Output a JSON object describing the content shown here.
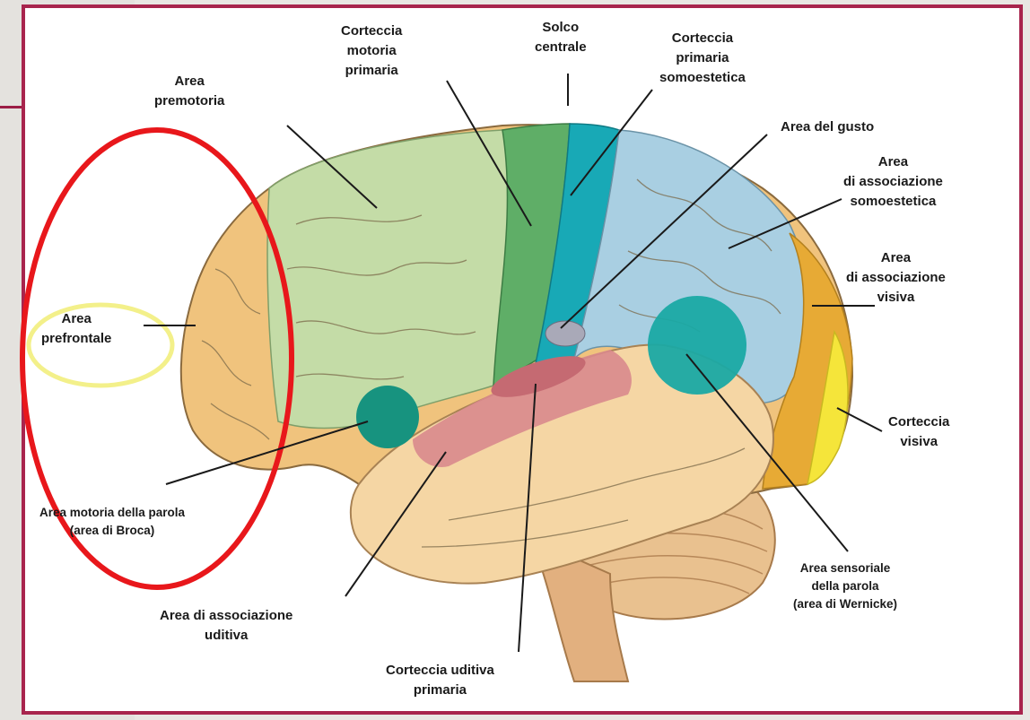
{
  "colors": {
    "frame": "#a8254d",
    "prefrontal": "#f0c37d",
    "premotor": "#c4dca7",
    "primary_motor": "#5fae67",
    "central_sulcus": "#18a9b6",
    "somatosensory": "#a9cfe2",
    "visual_association": "#e7aa35",
    "visual_cortex": "#f5e53a",
    "temporal": "#f5d6a4",
    "auditory": "#d98a8d",
    "broca": "#17937f",
    "wernicke": "#1aa9a4",
    "highlight_circle": "#e8171b",
    "highlight_glow": "#f3f08a"
  },
  "labels": {
    "corteccia_motoria": [
      "Corteccia",
      "motoria",
      "primaria"
    ],
    "solco_centrale": [
      "Solco",
      "centrale"
    ],
    "corteccia_somoestetica": [
      "Corteccia",
      "primaria",
      "somoestetica"
    ],
    "area_premotoria": [
      "Area",
      "premotoria"
    ],
    "area_gusto": [
      "Area del gusto"
    ],
    "assoc_somoestetica": [
      "Area",
      "di associazione",
      "somoestetica"
    ],
    "assoc_visiva": [
      "Area",
      "di associazione",
      "visiva"
    ],
    "area_prefrontale": [
      "Area",
      "prefrontale"
    ],
    "corteccia_visiva": [
      "Corteccia",
      "visiva"
    ],
    "broca": [
      "Area motoria della parola",
      "(area di Broca)"
    ],
    "wernicke": [
      "Area sensoriale",
      "della parola",
      "(area di Wernicke)"
    ],
    "assoc_uditiva": [
      "Area di associazione",
      "uditiva"
    ],
    "uditiva_primaria": [
      "Corteccia uditiva",
      "primaria"
    ]
  }
}
